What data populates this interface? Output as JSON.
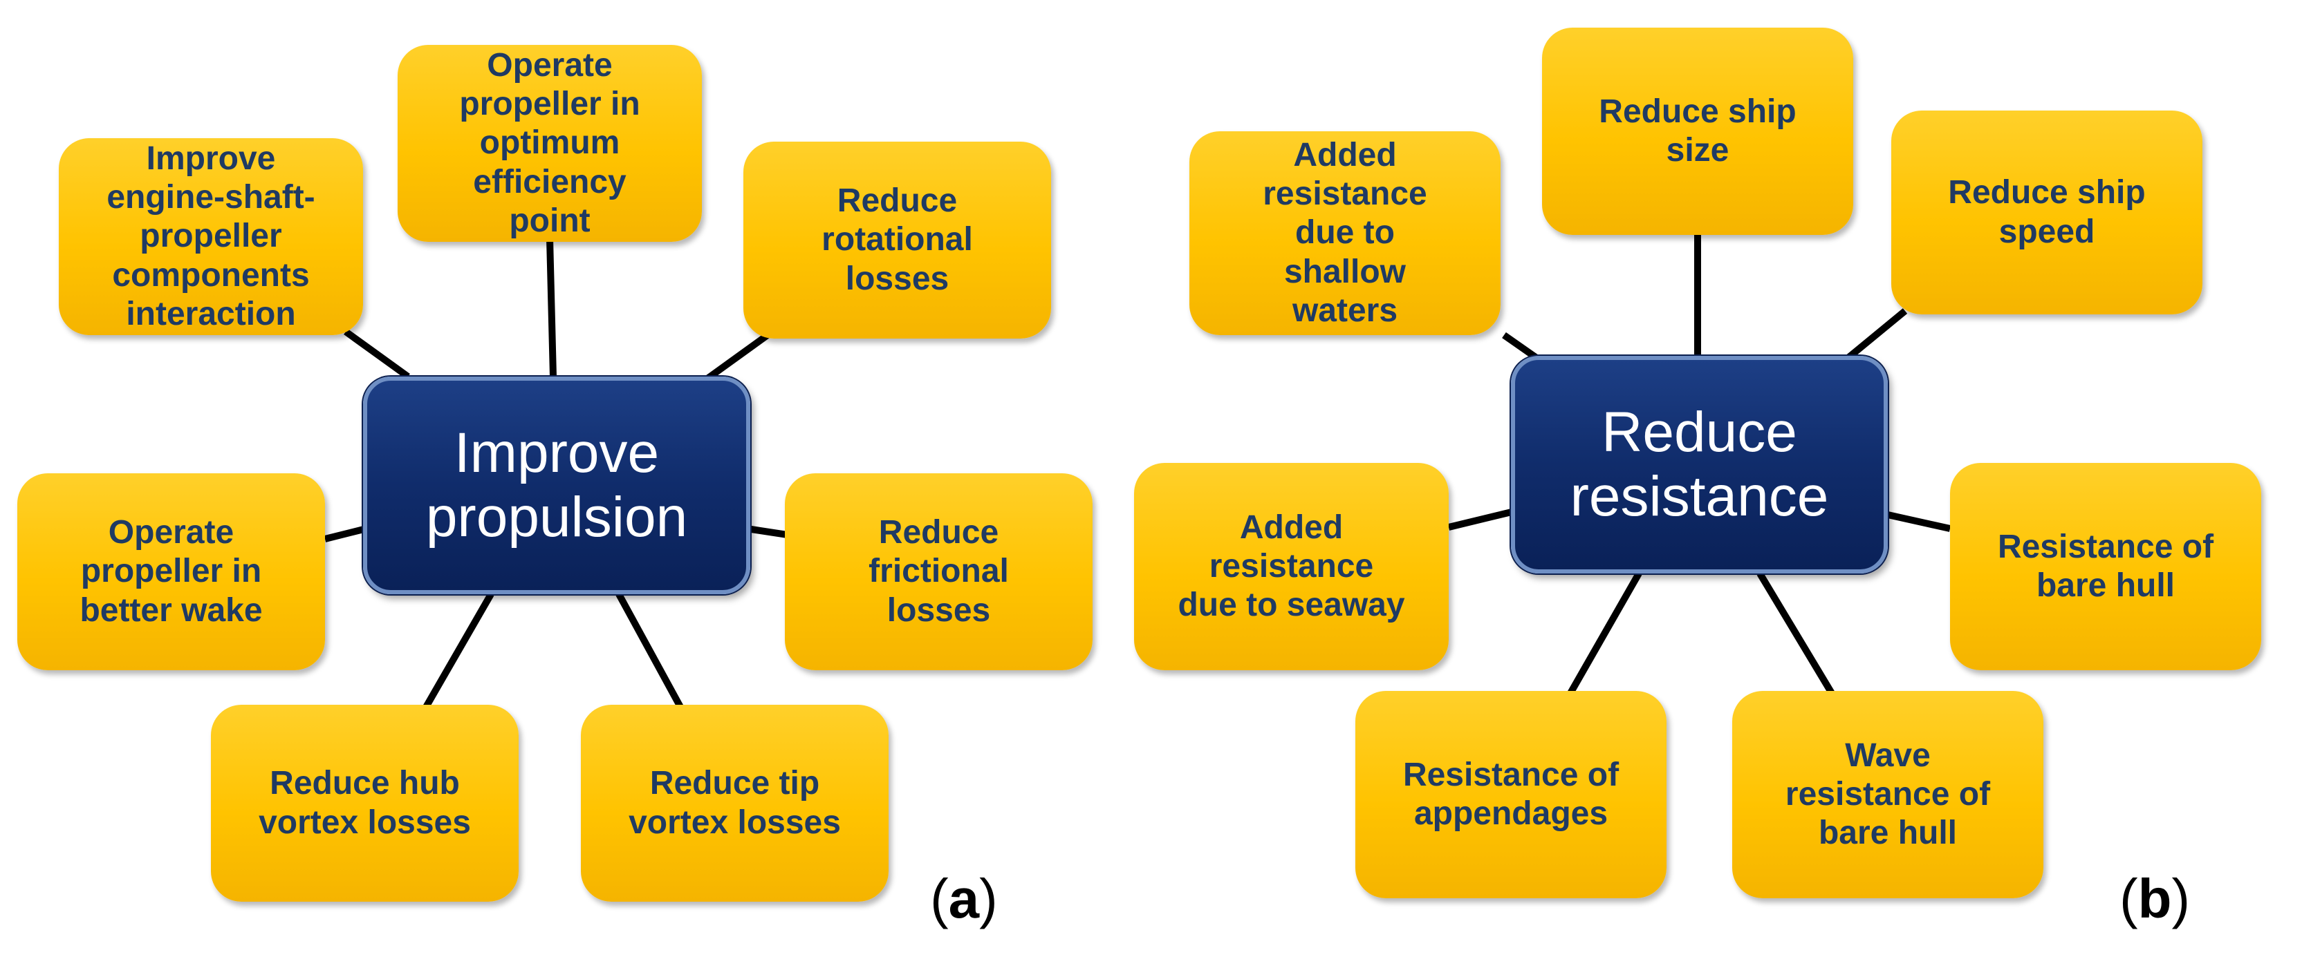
{
  "panel_a": {
    "label": "a",
    "hub": "Improve\npropulsion",
    "nodes": {
      "engine_shaft": "Improve\nengine-shaft-\npropeller\ncomponents\ninteraction",
      "optimum_point": "Operate\npropeller in\noptimum\nefficiency\npoint",
      "rotational": "Reduce\nrotational\nlosses",
      "better_wake": "Operate\npropeller in\nbetter wake",
      "frictional": "Reduce\nfrictional\nlosses",
      "hub_vortex": "Reduce hub\nvortex losses",
      "tip_vortex": "Reduce tip\nvortex losses"
    }
  },
  "panel_b": {
    "label": "b",
    "hub": "Reduce\nresistance",
    "nodes": {
      "shallow": "Added\nresistance\ndue to\nshallow\nwaters",
      "ship_size": "Reduce ship\nsize",
      "ship_speed": "Reduce ship\nspeed",
      "seaway": "Added\nresistance\ndue to seaway",
      "bare_hull": "Resistance of\nbare hull",
      "appendages": "Resistance of\nappendages",
      "wave": "Wave\nresistance of\nbare hull"
    }
  },
  "colors": {
    "node_fill": "#ffc300",
    "node_text": "#1f3a63",
    "hub_fill": "#102c6b",
    "hub_text": "#ffffff",
    "connector": "#000000"
  }
}
